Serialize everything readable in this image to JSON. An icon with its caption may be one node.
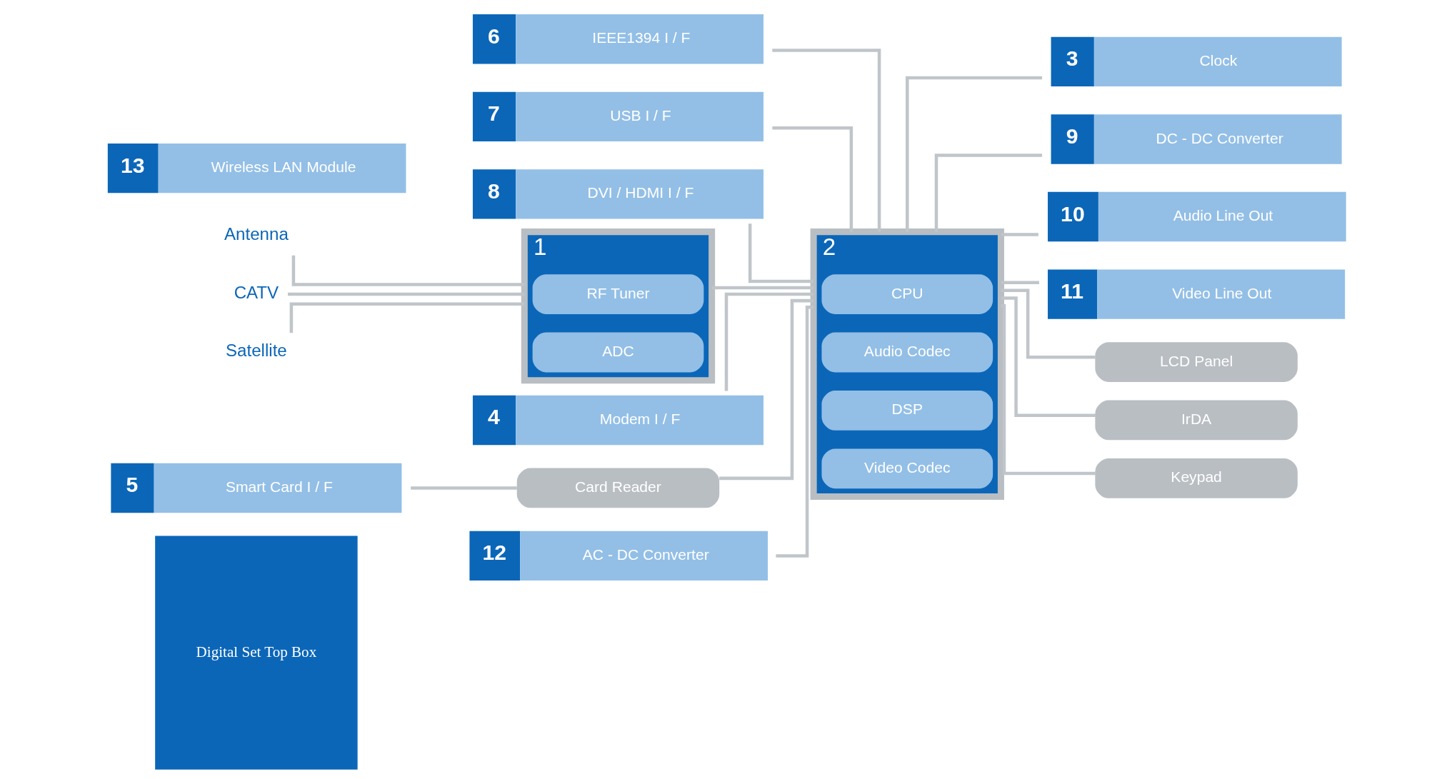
{
  "diagram": {
    "nodes": [
      {
        "text": [
          "Digital Set Top Box"
        ]
      },
      {
        "text": [
          "6",
          "IEEE1394 I / F"
        ]
      },
      {
        "text": [
          "7",
          "USB I / F"
        ]
      },
      {
        "text": [
          "8",
          "DVI / HDMI I / F"
        ]
      },
      {
        "text": [
          "Antenna"
        ]
      },
      {
        "text": [
          "1"
        ]
      },
      {
        "text": [
          "RF Tuner"
        ],
        "in": 5
      },
      {
        "text": [
          "ADC"
        ],
        "in": 5
      },
      {
        "text": [
          "2"
        ]
      },
      {
        "text": [
          "CPU"
        ],
        "in": 8
      },
      {
        "text": [
          "Audio Codec"
        ],
        "in": 8
      },
      {
        "text": [
          "DSP"
        ],
        "in": 8
      },
      {
        "text": [
          "Video Codec"
        ],
        "in": 8
      },
      {
        "text": [
          "3",
          "Clock"
        ]
      },
      {
        "text": [
          "CATV"
        ]
      },
      {
        "text": [
          "Satellite"
        ]
      },
      {
        "text": [
          "9",
          "DC - DC Converter"
        ]
      },
      {
        "text": [
          "10",
          "Audio Line Out"
        ]
      },
      {
        "text": [
          "11",
          "Video Line Out"
        ]
      },
      {
        "text": [
          "4",
          "Modem I / F"
        ]
      },
      {
        "text": [
          "LCD Panel"
        ]
      },
      {
        "text": [
          "5",
          "Smart Card I / F"
        ]
      },
      {
        "text": [
          "Card Reader"
        ]
      },
      {
        "text": [
          "IrDA"
        ]
      },
      {
        "text": [
          "13",
          "Wireless LAN Module"
        ]
      },
      {
        "text": [
          "12",
          "AC - DC Converter"
        ]
      },
      {
        "text": [
          "Keypad"
        ]
      }
    ],
    "edges": [
      {
        "from": 4,
        "to": 5,
        "arrow": "none"
      },
      {
        "from": 14,
        "to": 5,
        "arrow": "none"
      },
      {
        "from": 15,
        "to": 5,
        "arrow": "none"
      },
      {
        "from": 5,
        "to": 8,
        "arrow": "none"
      },
      {
        "from": 1,
        "to": 8,
        "arrow": "none"
      },
      {
        "from": 2,
        "to": 8,
        "arrow": "none"
      },
      {
        "from": 3,
        "to": 8,
        "arrow": "none"
      },
      {
        "from": 8,
        "to": 13,
        "arrow": "none"
      },
      {
        "from": 8,
        "to": 16,
        "arrow": "none"
      },
      {
        "from": 8,
        "to": 17,
        "arrow": "none"
      },
      {
        "from": 8,
        "to": 18,
        "arrow": "none"
      },
      {
        "from": 19,
        "to": 8,
        "arrow": "none"
      },
      {
        "from": 22,
        "to": 8,
        "arrow": "none"
      },
      {
        "from": 21,
        "to": 22,
        "arrow": "none"
      },
      {
        "from": 25,
        "to": 8,
        "arrow": "none"
      },
      {
        "from": 8,
        "to": 20,
        "arrow": "none"
      },
      {
        "from": 8,
        "to": 23,
        "arrow": "none"
      },
      {
        "from": 8,
        "to": 26,
        "arrow": "none"
      }
    ]
  }
}
